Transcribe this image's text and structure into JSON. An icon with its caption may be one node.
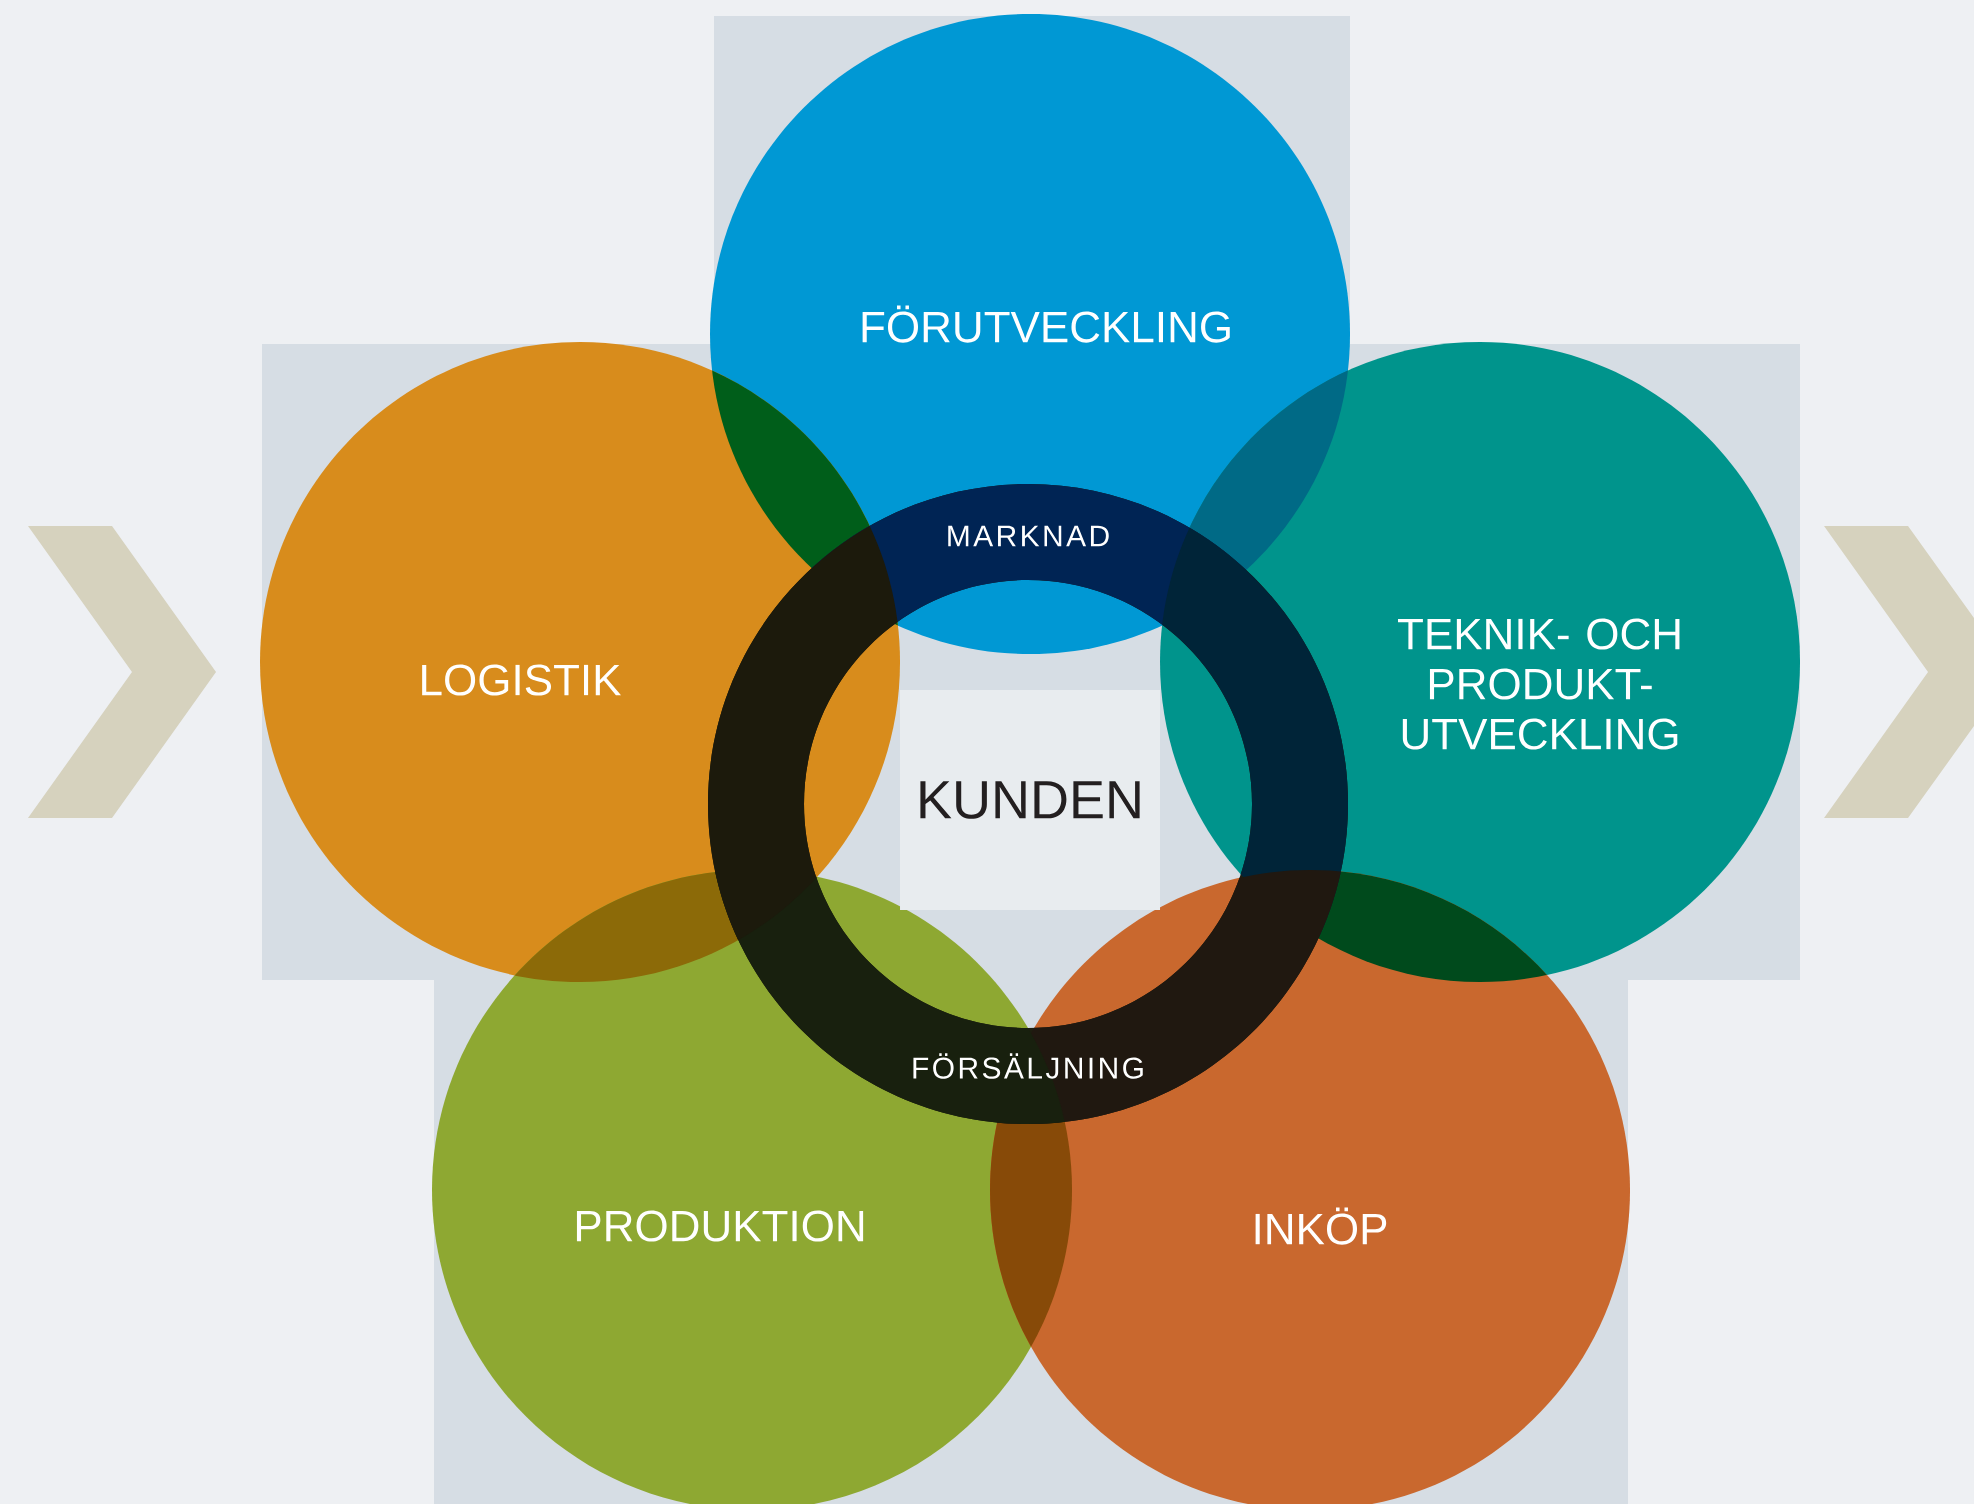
{
  "diagram": {
    "nodes": [
      {
        "text": [
          "FÖRUTVECKLING"
        ]
      },
      {
        "text": [
          "LOGISTIK"
        ]
      },
      {
        "text": [
          "TEKNIK- OCH PRODUKT- UTVECKLING"
        ]
      },
      {
        "text": [
          "PRODUKTION"
        ]
      },
      {
        "text": [
          "INKÖP"
        ]
      },
      {
        "text": [
          "MARKNAD",
          "FÖRSÄLJNING"
        ]
      },
      {
        "text": [
          "KUNDEN"
        ],
        "in": 5
      }
    ]
  }
}
